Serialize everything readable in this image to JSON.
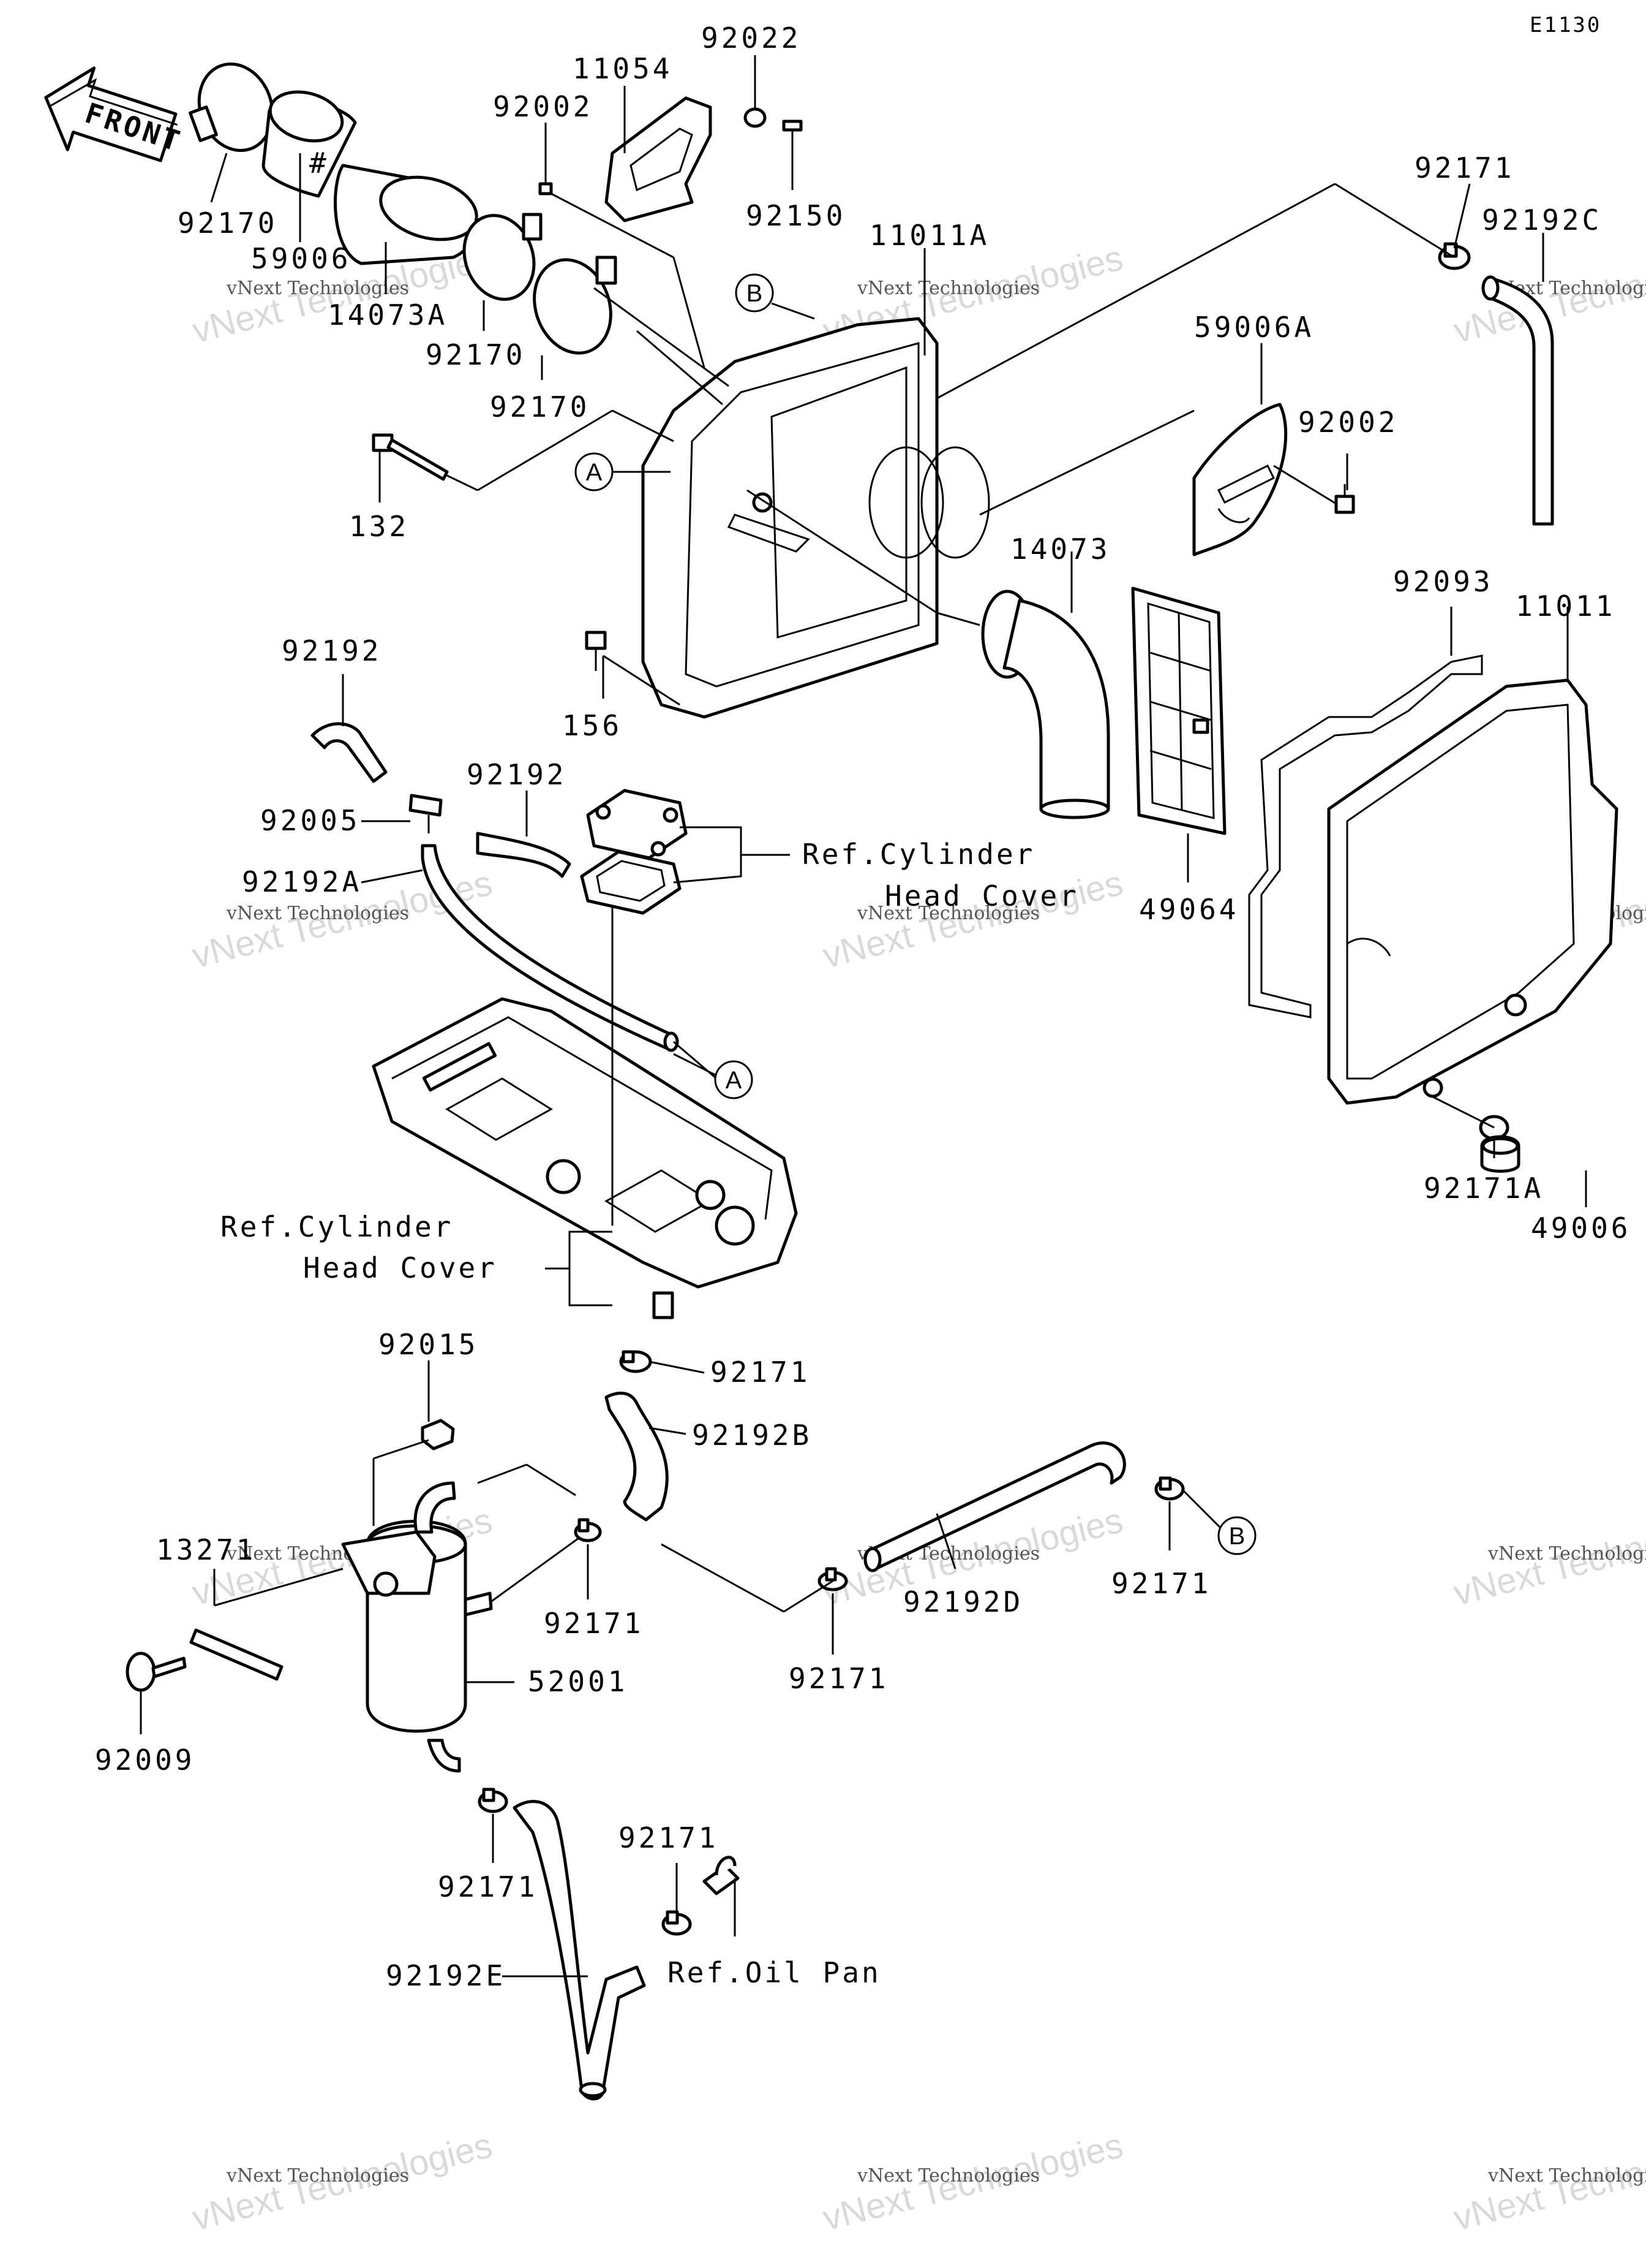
{
  "diagram_code": "E1130",
  "front_arrow_label": "FRONT",
  "part_labels": {
    "p92170_a": "92170",
    "p59006": "59006",
    "p14073A": "14073A",
    "p92170_b": "92170",
    "p92170_c": "92170",
    "p11054": "11054",
    "p92022": "92022",
    "p92002_a": "92002",
    "p92150": "92150",
    "p11011A": "11011A",
    "p92171_a": "92171",
    "p92192C": "92192C",
    "p59006A": "59006A",
    "p92002_b": "92002",
    "p132": "132",
    "p14073": "14073",
    "p92093": "92093",
    "p11011": "11011",
    "p156": "156",
    "p92192_a": "92192",
    "p92192_b": "92192",
    "p92005": "92005",
    "p92192A": "92192A",
    "p49064": "49064",
    "p92171A": "92171A",
    "p49006": "49006",
    "p92171_b": "92171",
    "p92192B": "92192B",
    "p92015": "92015",
    "p13271": "13271",
    "p92171_c": "92171",
    "p52001": "52001",
    "p92009": "92009",
    "p92192D": "92192D",
    "p92171_d": "92171",
    "p92171_e": "92171",
    "p92171_f": "92171",
    "p92171_g": "92171",
    "p92192E": "92192E"
  },
  "reference_labels": {
    "cyl_head_1_line1": "Ref.Cylinder",
    "cyl_head_1_line2": "Head Cover",
    "cyl_head_2_line1": "Ref.Cylinder",
    "cyl_head_2_line2": "Head Cover",
    "oil_pan": "Ref.Oil Pan"
  },
  "callouts": {
    "a1": "A",
    "a2": "A",
    "b1": "B",
    "b2": "B"
  },
  "watermark": {
    "small": "vNext Technologies",
    "big": "vNext Technologies"
  },
  "colors": {
    "line": "#000000",
    "background": "#ffffff",
    "watermark": "#d9d9d9"
  }
}
